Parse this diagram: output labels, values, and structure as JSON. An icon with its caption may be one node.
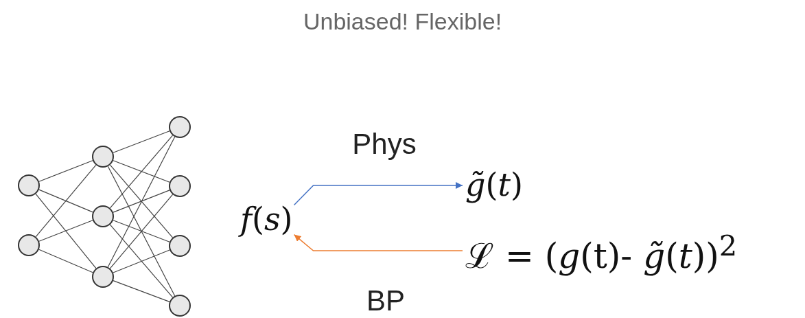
{
  "diagram": {
    "title": "Unbiased! Flexible!",
    "nodes": [
      {
        "text": [],
        "shape": "circle"
      },
      {
        "text": [],
        "shape": "circle"
      },
      {
        "text": [],
        "shape": "circle"
      },
      {
        "text": [],
        "shape": "circle"
      },
      {
        "text": [],
        "shape": "circle"
      },
      {
        "text": [],
        "shape": "circle"
      },
      {
        "text": [],
        "shape": "circle"
      },
      {
        "text": [],
        "shape": "circle"
      },
      {
        "text": [],
        "shape": "circle"
      },
      {
        "text": [
          "*f*(*s*)"
        ]
      },
      {
        "text": [
          "*g̃*(*t*)"
        ]
      },
      {
        "text": [
          "ℒ = (*g*(t)- *g̃*(*t*))$^{2}$"
        ]
      }
    ],
    "edges": [
      {
        "from": 0,
        "to": 2,
        "arrow": "none"
      },
      {
        "from": 0,
        "to": 3,
        "arrow": "none"
      },
      {
        "from": 0,
        "to": 4,
        "arrow": "none"
      },
      {
        "from": 1,
        "to": 2,
        "arrow": "none"
      },
      {
        "from": 1,
        "to": 3,
        "arrow": "none"
      },
      {
        "from": 1,
        "to": 4,
        "arrow": "none"
      },
      {
        "from": 2,
        "to": 5,
        "arrow": "none"
      },
      {
        "from": 2,
        "to": 6,
        "arrow": "none"
      },
      {
        "from": 2,
        "to": 7,
        "arrow": "none"
      },
      {
        "from": 2,
        "to": 8,
        "arrow": "none"
      },
      {
        "from": 3,
        "to": 5,
        "arrow": "none"
      },
      {
        "from": 3,
        "to": 6,
        "arrow": "none"
      },
      {
        "from": 3,
        "to": 7,
        "arrow": "none"
      },
      {
        "from": 3,
        "to": 8,
        "arrow": "none"
      },
      {
        "from": 4,
        "to": 5,
        "arrow": "none"
      },
      {
        "from": 4,
        "to": 6,
        "arrow": "none"
      },
      {
        "from": 4,
        "to": 7,
        "arrow": "none"
      },
      {
        "from": 4,
        "to": 8,
        "arrow": "none"
      },
      {
        "from": 9,
        "to": 10,
        "arrow": "to",
        "label": "Phys",
        "color": "#4472c4"
      },
      {
        "from": 11,
        "to": 9,
        "arrow": "to",
        "label": "BP",
        "color": "#ed7d31"
      }
    ]
  }
}
